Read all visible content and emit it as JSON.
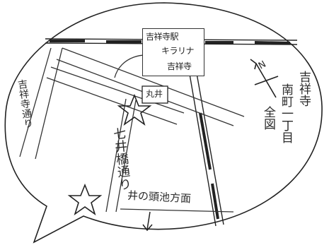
{
  "station": {
    "line1": "吉祥寺駅",
    "line2": "キラリナ",
    "line3": "吉祥寺"
  },
  "labels": {
    "marui": "丸井",
    "kichijoji_dori": "吉祥寺通り",
    "nanai_dori": "七井橋通り",
    "inokashira": "井の頭池方面"
  },
  "title": {
    "col1": "吉祥寺",
    "col2": "南町一丁目",
    "col3": "全図"
  },
  "compass": {
    "letter": "N"
  },
  "colors": {
    "ink": "#2b2b2b",
    "paper": "#ffffff"
  }
}
